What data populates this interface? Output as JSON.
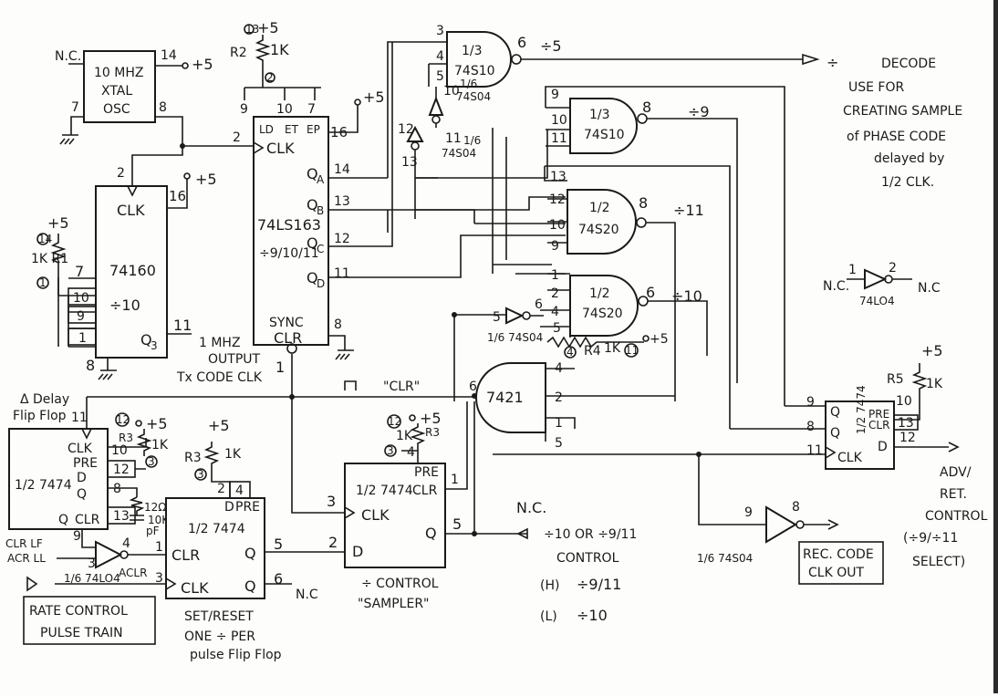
{
  "osc": {
    "pin_nc": "N.C.",
    "pin14": "14",
    "plus5": "+5",
    "line1": "10 MHZ",
    "line2": "XTAL",
    "line3": "OSC",
    "pin7": "7",
    "pin8": "8"
  },
  "r2": {
    "pin13": "13",
    "plus5": "+5",
    "name": "R2",
    "value": "1K",
    "pin2": "2"
  },
  "c163": {
    "pin9": "9",
    "pin10": "10",
    "pin7": "7",
    "ld": "LD",
    "et": "ET",
    "ep": "EP",
    "clk_pin": "2",
    "clk": "CLK",
    "pin16": "16",
    "plus5": "+5",
    "qa": "Q",
    "qa_sub": "A",
    "qb": "Q",
    "qb_sub": "B",
    "qc": "Q",
    "qc_sub": "C",
    "qd": "Q",
    "qd_sub": "D",
    "pin14": "14",
    "pin13": "13",
    "pin12": "12",
    "pin11": "11",
    "name": "74LS163",
    "div": "÷9/10/11",
    "sync": "SYNC",
    "clr": "CLR",
    "pin8": "8",
    "pin1": "1"
  },
  "c160": {
    "clk_pin": "2",
    "clk": "CLK",
    "pin16": "16",
    "plus5": "+5",
    "r1_plus": "+5",
    "r1_pin14": "14",
    "r1": "1K R1",
    "r1_pin1": "1",
    "pin7": "7",
    "pin10": "10",
    "pin9": "9",
    "pin1": "1",
    "name": "74160",
    "div": "÷10",
    "q3": "Q",
    "q3_sub": "3",
    "pin11": "11",
    "pin8": "8"
  },
  "output_1mhz": {
    "line1": "1 MHZ",
    "line2": "OUTPUT",
    "line3": "Tx CODE CLK"
  },
  "g1": {
    "pin3": "3",
    "pin4": "4",
    "pin5": "5",
    "label1": "1/3",
    "label2": "74S10",
    "pin6": "6",
    "out": "÷5"
  },
  "g2": {
    "pin9": "9",
    "pin10": "10",
    "pin11": "11",
    "label1": "1/3",
    "label2": "74S10",
    "pin8": "8",
    "out": "÷9"
  },
  "g3": {
    "pin13": "13",
    "pin12": "12",
    "pin10": "10",
    "pin9": "9",
    "label1": "1/2",
    "label2": "74S20",
    "pin8": "8",
    "out": "÷11"
  },
  "g4": {
    "pin1": "1",
    "pin2": "2",
    "pin4": "4",
    "pin5": "5",
    "label1": "1/2",
    "label2": "74S20",
    "pin6": "6",
    "out": "÷10"
  },
  "inv_top": {
    "pin10": "10",
    "pin11": "11",
    "name1": "1/6",
    "name2": "74S04"
  },
  "inv_mid": {
    "pin12": "12",
    "pin13": "13",
    "name1": "1/6",
    "name2": "74S04"
  },
  "inv_low": {
    "pin5": "5",
    "pin6": "6",
    "name": "1/6 74S04"
  },
  "r4": {
    "pin4": "4",
    "name": "R4",
    "value": "1K",
    "pin11": "11",
    "plus5": "+5"
  },
  "g7421": {
    "name": "7421",
    "pin4": "4",
    "pin2": "2",
    "pin1": "1",
    "pin5": "5",
    "pin6": "6"
  },
  "decode": {
    "div": "÷",
    "line1": "DECODE",
    "line2": "USE FOR",
    "line3": "CREATING SAMPLE",
    "line4": "of PHASE CODE",
    "line5": "delayed by",
    "line6": "1/2 CLK."
  },
  "inv_nc": {
    "pin1": "1",
    "pin2": "2",
    "nc_left": "N.C.",
    "nc_right": "N.C",
    "name": "74LO4"
  },
  "ff_out": {
    "plus5": "+5",
    "r5": "R5",
    "r5_value": "1K",
    "pin10": "10",
    "pin9": "9",
    "pin8": "8",
    "pin11": "11",
    "pin13": "13",
    "pin12": "12",
    "q": "Q",
    "qbar": "Q",
    "pre": "PRE",
    "clr": "CLR",
    "name": "1/2 7474",
    "clk": "CLK",
    "d": "D"
  },
  "adv": {
    "line1": "ADV/",
    "line2": "RET.",
    "line3": "CONTROL",
    "line4": "(÷9/÷11",
    "line5": "SELECT)"
  },
  "rec": {
    "pin9": "9",
    "pin8": "8",
    "name": "1/6 74S04",
    "line1": "REC. CODE",
    "line2": "CLK OUT"
  },
  "clr_label": "\"CLR\"",
  "ff_delay": {
    "title1": "Δ Delay",
    "title2": "Flip Flop",
    "pin11": "11",
    "clk": "CLK",
    "pre": "PRE",
    "d": "D",
    "qbar": "Q",
    "q": "Q",
    "clr": "CLR",
    "name": "1/2 7474",
    "pin10": "10",
    "pin12": "12",
    "pin8": "8",
    "pin13": "13",
    "pin9": "9",
    "plus5": "+5",
    "pin12r": "12",
    "r3": "R3",
    "r3_value": "1K",
    "pin3": "3",
    "c_value": "10K",
    "r_value": "12Ω",
    "pf": "pF"
  },
  "clr_lf": "CLR LF",
  "acr_ll": "ACR LL",
  "inv_clr": {
    "pin3": "3",
    "pin4": "4",
    "name": "1/6 74LO4",
    "acr": "ACLR"
  },
  "ff_set": {
    "plus5": "+5",
    "r3": "R3",
    "r3_value": "1K",
    "pin3": "3",
    "pin2": "2",
    "pin4": "4",
    "d": "D",
    "pre": "PRE",
    "name": "1/2 7474",
    "clr": "CLR",
    "pin1": "1",
    "q": "Q",
    "pin5": "5",
    "clk": "CLK",
    "pin3b": "3",
    "qbar": "Q",
    "pin6": "6",
    "nc": "N.C",
    "line1": "SET/RESET",
    "line2": "ONE ÷ PER",
    "line3": "pulse Flip Flop"
  },
  "ff_ctrl": {
    "pin12": "12",
    "plus5": "+5",
    "r3": "R3",
    "r3_value": "1K",
    "pin3": "3",
    "pin4": "4",
    "pre": "PRE",
    "name": "1/2 7474",
    "clr": "CLR",
    "pin1": "1",
    "pin3b": "3",
    "clk": "CLK",
    "q": "Q",
    "pin5": "5",
    "pin2": "2",
    "d": "D",
    "line1": "÷ CONTROL",
    "line2": "\"SAMPLER\""
  },
  "control": {
    "nc": "N.C.",
    "line1": "÷10 OR ÷9/11",
    "line2": "CONTROL",
    "h": "(H)",
    "h_value": "÷9/11",
    "l": "(L)",
    "l_value": "÷10"
  },
  "rate": {
    "line1": "RATE CONTROL",
    "line2": "PULSE TRAIN"
  }
}
